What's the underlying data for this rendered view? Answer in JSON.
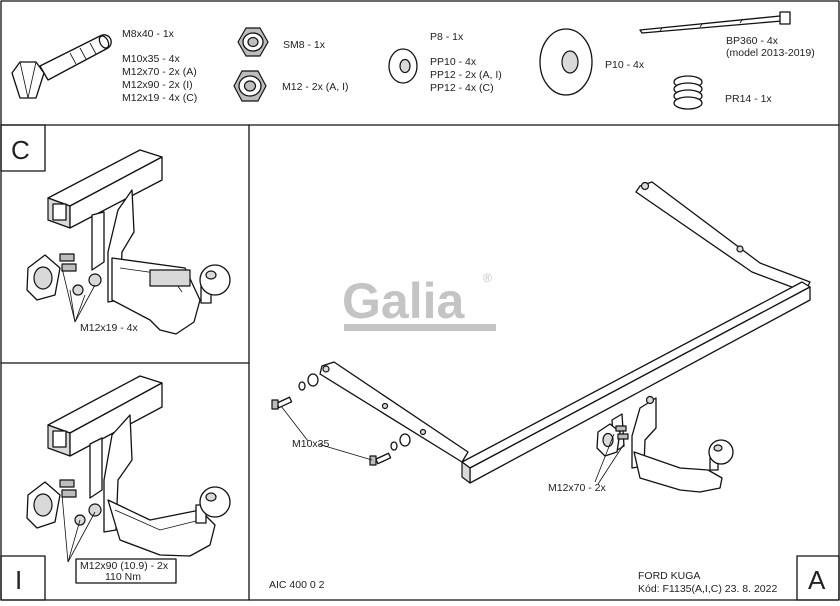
{
  "parts": {
    "bolt_sizes": [
      "M8x40 - 1x",
      "M10x35 - 4x",
      "M12x70 - 2x (A)",
      "M12x90 - 2x (I)",
      "M12x19 - 4x (C)"
    ],
    "nut_sm8": "SM8 - 1x",
    "nut_m12": "M12 - 2x (A, I)",
    "washer_small": [
      "P8 - 1x",
      "PP10 - 4x",
      "PP12 - 2x (A, I)",
      "PP12 - 4x (C)"
    ],
    "washer_large": "P10 - 4x",
    "tie": [
      "BP360 - 4x",
      "(model 2013-2019)"
    ],
    "spring": "PR14 - 1x"
  },
  "panel_c": {
    "letter": "C",
    "callout": "M12x19 - 4x"
  },
  "panel_i": {
    "letter": "I",
    "callout": [
      "M12x90 (10.9) - 2x",
      "110 Nm"
    ]
  },
  "panel_a": {
    "letter": "A",
    "callout_left": "M10x35",
    "callout_right": "M12x70 - 2x",
    "logo": "Galia",
    "logo_mark": "®",
    "code": "AIC 400 0 2",
    "vehicle": "FORD KUGA",
    "kod": "Kód: F1135(A,I,C)  23. 8. 2022"
  }
}
